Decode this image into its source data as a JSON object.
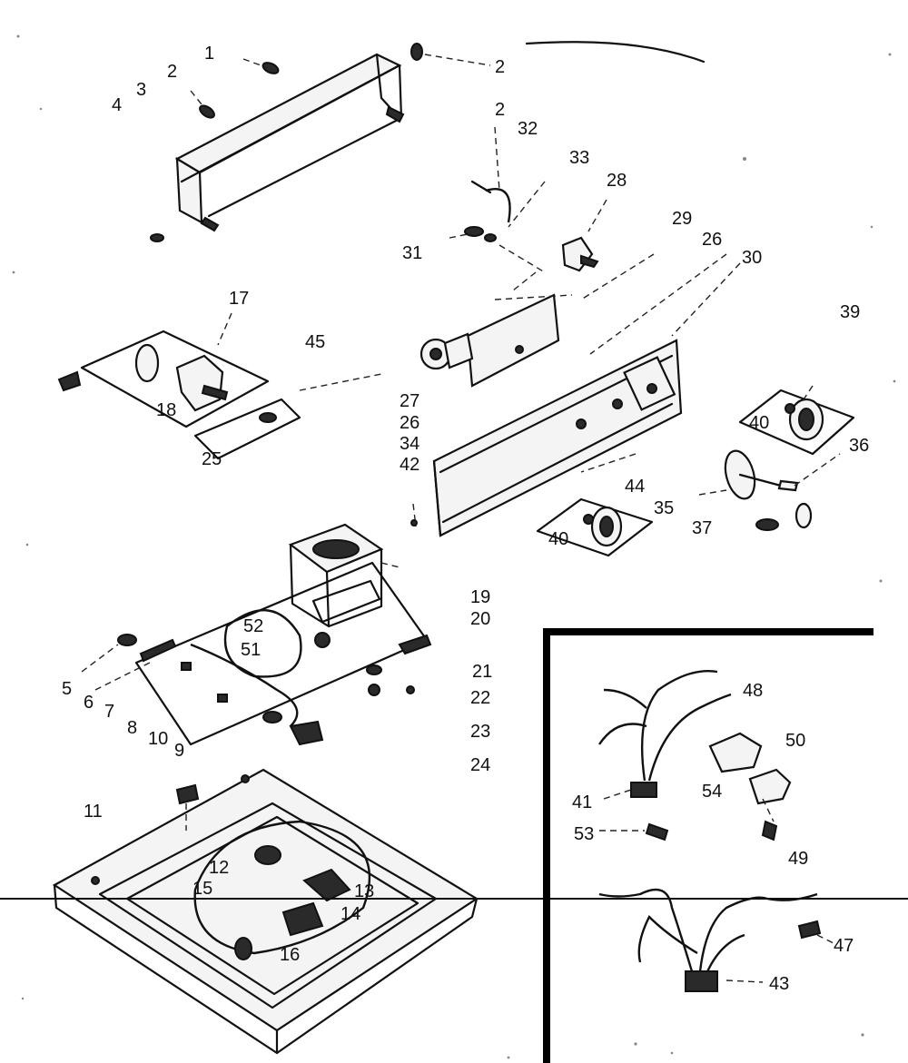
{
  "labels": {
    "l1": "1",
    "l2a": "2",
    "l2b": "2",
    "l2c": "2",
    "l3": "3",
    "l4": "4",
    "l5": "5",
    "l6": "6",
    "l7": "7",
    "l8": "8",
    "l9": "9",
    "l10": "10",
    "l11": "11",
    "l12": "12",
    "l13": "13",
    "l14": "14",
    "l15": "15",
    "l16": "16",
    "l17": "17",
    "l18": "18",
    "l19": "19",
    "l20": "20",
    "l21": "21",
    "l22": "22",
    "l23": "23",
    "l24": "24",
    "l25": "25",
    "l26a": "26",
    "l26b": "26",
    "l27": "27",
    "l28": "28",
    "l29": "29",
    "l30": "30",
    "l31": "31",
    "l32": "32",
    "l33": "33",
    "l34": "34",
    "l35": "35",
    "l36": "36",
    "l37": "37",
    "l39": "39",
    "l40a": "40",
    "l40b": "40",
    "l41": "41",
    "l42": "42",
    "l43": "43",
    "l44": "44",
    "l45": "45",
    "l47": "47",
    "l48": "48",
    "l49": "49",
    "l50": "50",
    "l51": "51",
    "l52": "52",
    "l53": "53",
    "l54": "54"
  },
  "colors": {
    "ink": "#111111",
    "paper": "#ffffff"
  }
}
